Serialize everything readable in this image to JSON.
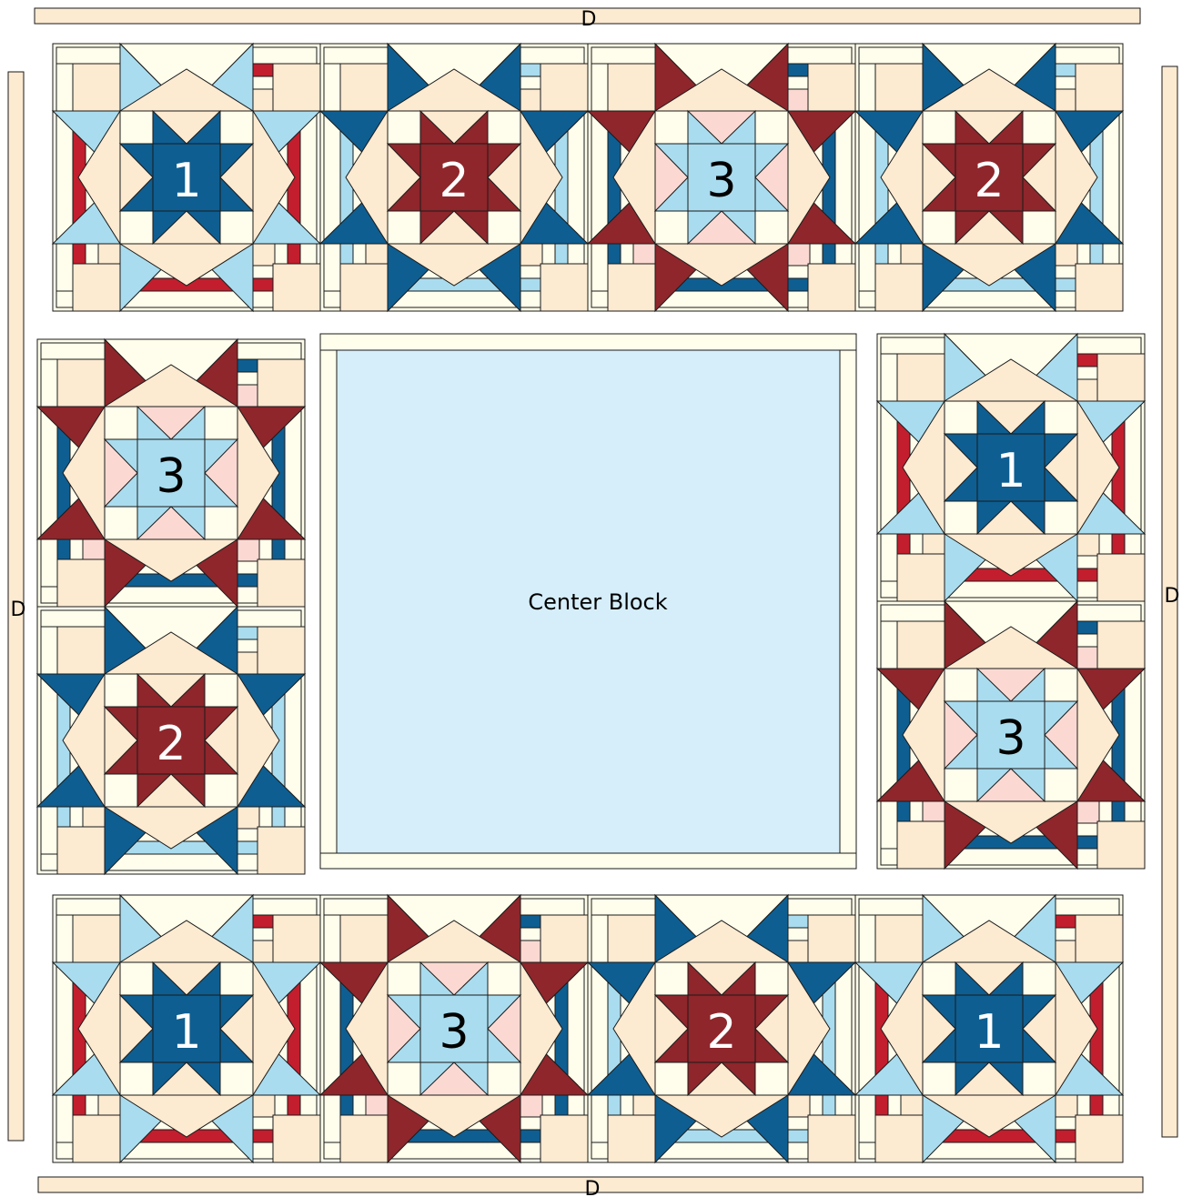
{
  "layout_labels": {
    "border_top": "D",
    "border_bottom": "D",
    "border_left": "D",
    "border_right": "D",
    "center_label": "Center Block"
  },
  "colors": {
    "cream": "#FFFDEB",
    "beige": "#FCEAD1",
    "pink": "#FBD9D2",
    "light_blue": "#A9DCEE",
    "navy": "#0E5E91",
    "maroon": "#8E262B",
    "red": "#C31E2D",
    "center_fill": "#D5EEFA",
    "outline": "#1a1a1a"
  },
  "blocks": {
    "top_row": [
      "1",
      "2",
      "3",
      "2"
    ],
    "left_column": [
      "3",
      "2"
    ],
    "right_column": [
      "1",
      "3"
    ],
    "bottom_row": [
      "1",
      "3",
      "2",
      "1"
    ]
  },
  "block_styles": {
    "1": {
      "star_points": "light_blue",
      "frame": "red",
      "center_star": "navy",
      "inner_ring": "beige",
      "number_color": "#ffffff"
    },
    "2": {
      "star_points": "navy",
      "frame": "light_blue",
      "center_star": "maroon",
      "inner_ring": "beige",
      "number_color": "#ffffff"
    },
    "3": {
      "star_points": "maroon",
      "frame": "navy",
      "center_star": "light_blue",
      "inner_ring": "pink",
      "number_color": "#000000"
    }
  }
}
